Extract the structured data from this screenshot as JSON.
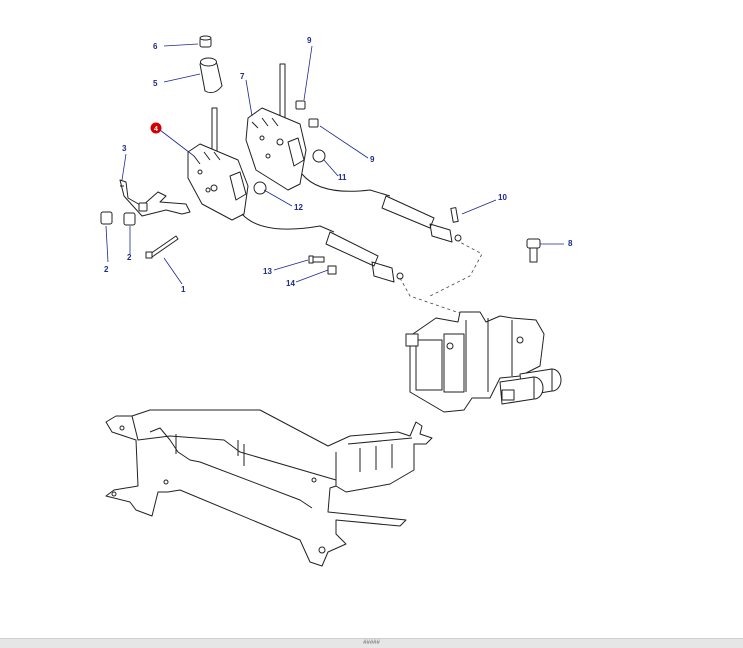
{
  "diagram": {
    "callouts": {
      "c1": "1",
      "c2a": "2",
      "c2b": "2",
      "c3": "3",
      "c4": "4",
      "c5": "5",
      "c6": "6",
      "c7": "7",
      "c8": "8",
      "c9a": "9",
      "c9b": "9",
      "c10": "10",
      "c11": "11",
      "c12": "12",
      "c13": "13",
      "c14": "14"
    },
    "highlight_color": "#d40000",
    "callout_color": "#1a2a8c"
  },
  "footer": {
    "text": "#####"
  }
}
